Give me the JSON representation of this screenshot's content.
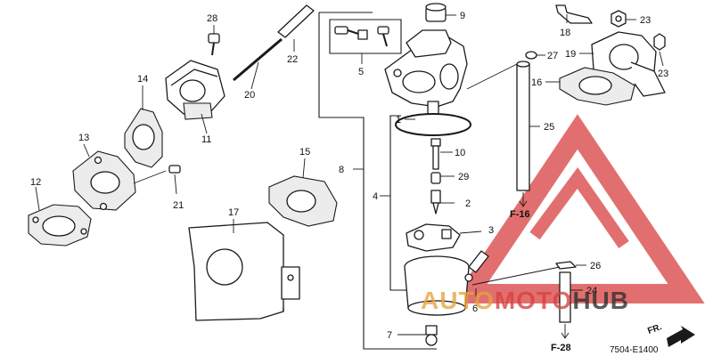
{
  "diagram": {
    "part_numbers": [
      "1",
      "2",
      "3",
      "4",
      "5",
      "6",
      "7",
      "8",
      "9",
      "10",
      "11",
      "12",
      "13",
      "14",
      "15",
      "16",
      "17",
      "18",
      "19",
      "20",
      "21",
      "22",
      "23",
      "23",
      "24",
      "25",
      "26",
      "27",
      "28",
      "29"
    ],
    "references": [
      "F-16",
      "F-28"
    ],
    "direction_label": "FR.",
    "drawing_code": "7504-E1400"
  },
  "watermark": {
    "brand_auto": "AUTO",
    "brand_moto": "MOTO",
    "brand_hub": "HUB",
    "colors": {
      "red": "#d94040",
      "orange": "#e8a33a",
      "dark": "#2e2e2e"
    }
  }
}
